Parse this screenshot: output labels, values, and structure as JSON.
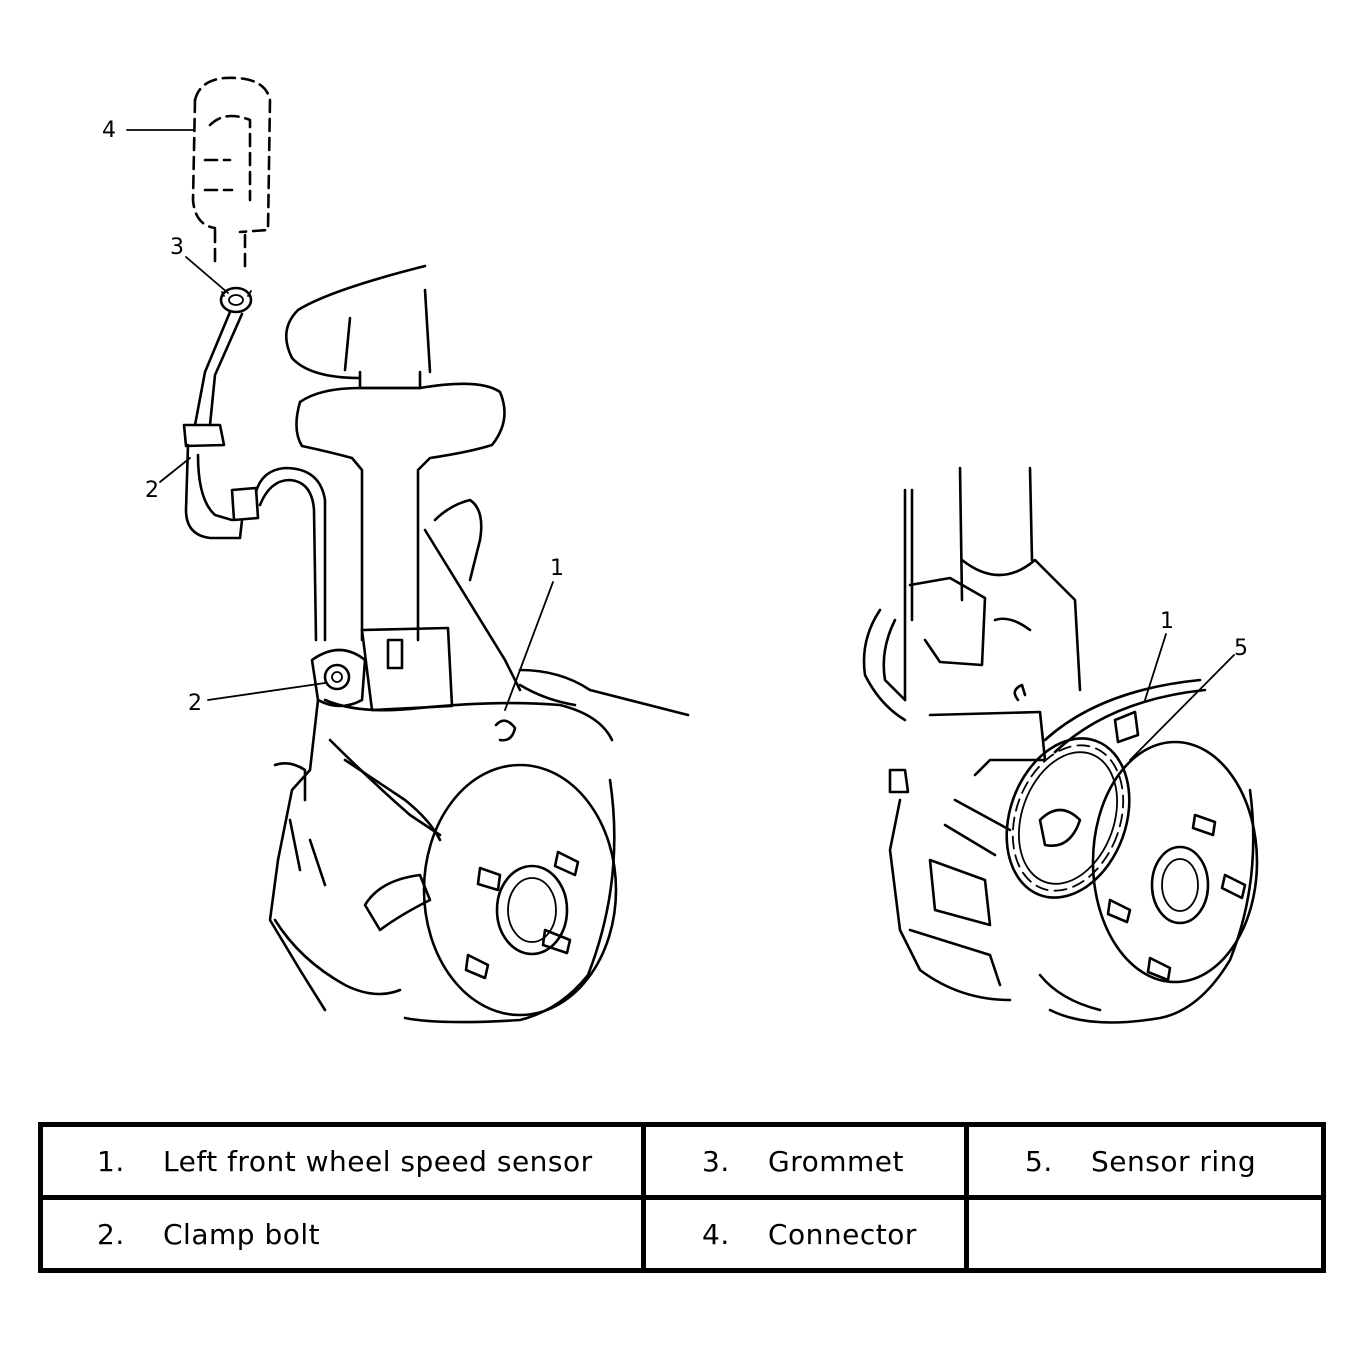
{
  "callouts": {
    "left_view": [
      "4",
      "3",
      "2",
      "1",
      "2"
    ],
    "right_view": [
      "1",
      "5"
    ]
  },
  "legend": {
    "rows": [
      [
        {
          "num": "1.",
          "label": "Left front wheel speed sensor"
        },
        {
          "num": "3.",
          "label": "Grommet"
        },
        {
          "num": "5.",
          "label": "Sensor ring"
        }
      ],
      [
        {
          "num": "2.",
          "label": "Clamp bolt"
        },
        {
          "num": "4.",
          "label": "Connector"
        },
        {
          "num": "",
          "label": ""
        }
      ]
    ]
  }
}
